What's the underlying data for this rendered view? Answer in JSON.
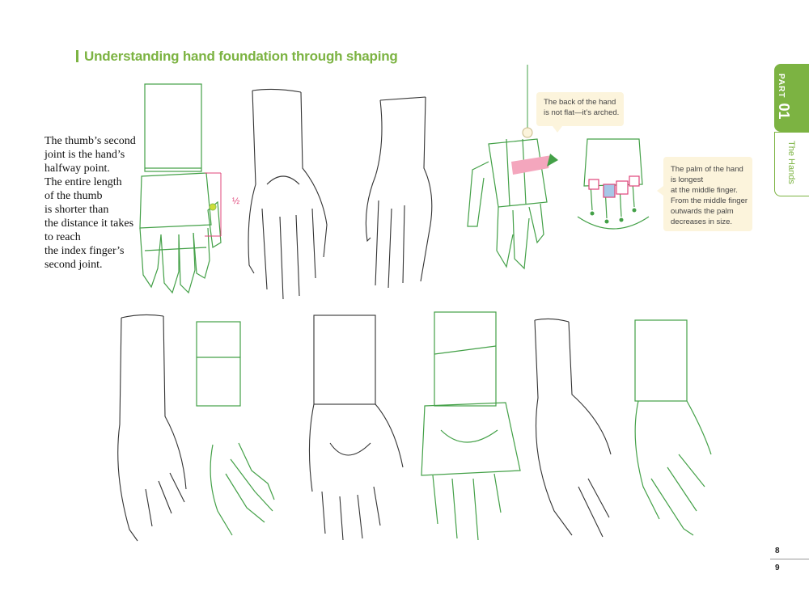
{
  "title": "Understanding hand foundation through shaping",
  "caption_lines": [
    "The thumb’s second",
    "joint is the hand’s",
    "halfway point.",
    "The entire length",
    "of the thumb",
    "is shorter than",
    "the distance it takes",
    "to reach",
    "the index finger’s",
    "second joint."
  ],
  "half_mark": "½",
  "note_back": [
    "The back of the hand",
    "is not flat—it’s arched."
  ],
  "note_palm": [
    "The palm of the hand",
    "is longest",
    "at the middle finger.",
    "From the middle finger",
    "outwards the palm",
    "decreases in size."
  ],
  "tab": {
    "part_label": "PART",
    "part_number": "01",
    "section": "The Hands"
  },
  "page_numbers": [
    "8",
    "9"
  ],
  "colors": {
    "accent": "#7cb342",
    "construction_line": "#43a047",
    "measure_mark": "#e0447a",
    "note_bg": "#fcf4dc"
  }
}
